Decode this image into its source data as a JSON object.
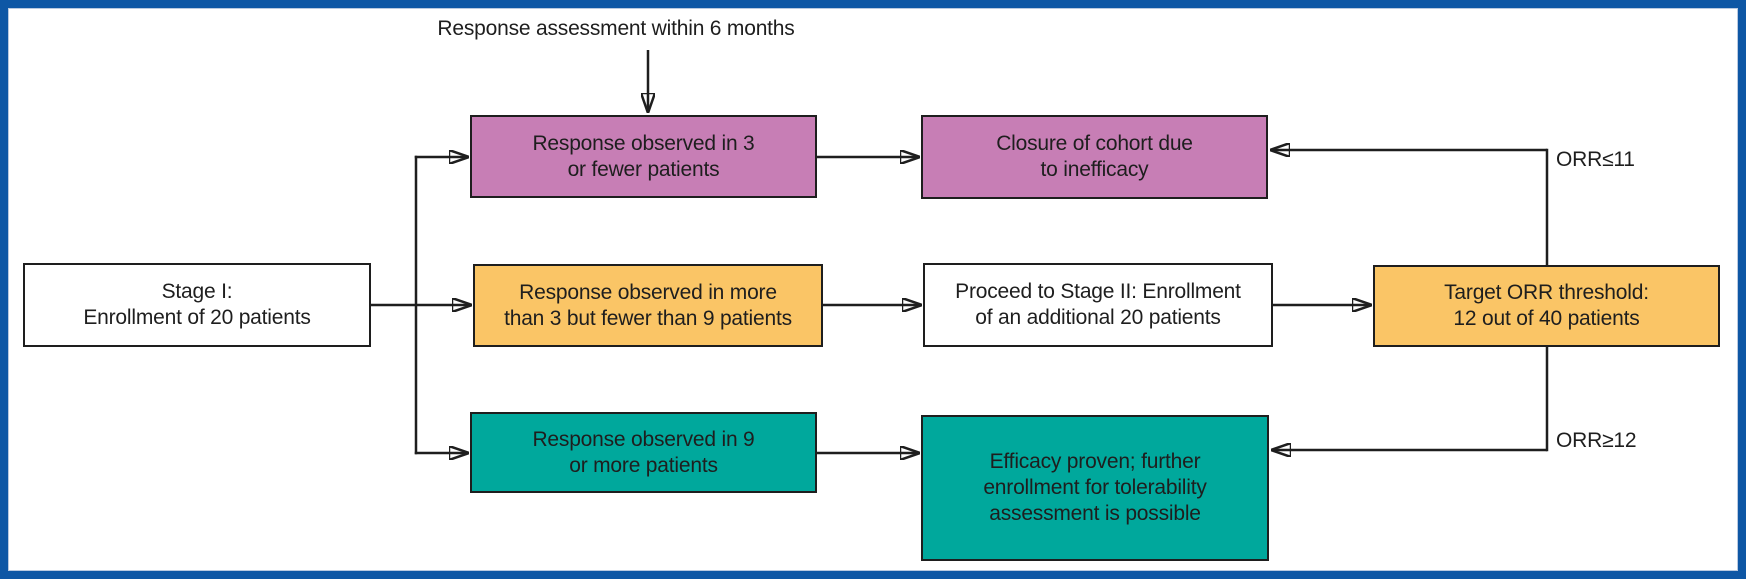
{
  "diagram": {
    "top_annotation": "Response assessment within 6 months",
    "nodes": {
      "stage1": {
        "text": "Stage I:\nEnrollment of 20 patients"
      },
      "response_3_or_fewer": {
        "text": "Response observed in 3\nor fewer patients"
      },
      "closure": {
        "text": "Closure of cohort due\nto inefficacy"
      },
      "response_4_to_8": {
        "text": "Response observed in more\nthan 3 but fewer than 9 patients"
      },
      "proceed_stage2": {
        "text": "Proceed to Stage II: Enrollment\nof an additional 20 patients"
      },
      "target_orr": {
        "text": "Target ORR threshold:\n12 out of 40 patients"
      },
      "response_9_plus": {
        "text": "Response observed in 9\nor more patients"
      },
      "efficacy": {
        "text": "Efficacy proven; further\nenrollment for tolerability\nassessment is possible"
      }
    },
    "edge_labels": {
      "orr_low": "ORR≤11",
      "orr_high": "ORR≥12"
    },
    "colors": {
      "purple": "#c77eb5",
      "orange": "#fac566",
      "teal": "#00a89c",
      "white": "#ffffff",
      "frame_blue": "#0e57a5",
      "line": "#1e1e1e"
    }
  }
}
